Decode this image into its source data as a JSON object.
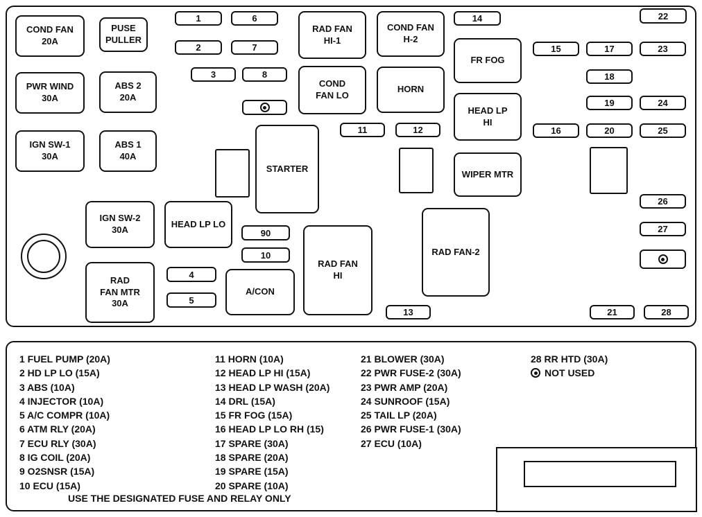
{
  "relays": [
    {
      "label": "COND FAN\n20A"
    },
    {
      "label": "PUSE\nPULLER"
    },
    {
      "label": "RAD FAN\nHI-1"
    },
    {
      "label": "COND FAN\nH-2"
    },
    {
      "label": "FR FOG"
    },
    {
      "label": "PWR WIND\n30A"
    },
    {
      "label": "ABS  2\n20A"
    },
    {
      "label": "COND\nFAN LO"
    },
    {
      "label": "HORN"
    },
    {
      "label": "HEAD  LP\nHI"
    },
    {
      "label": "IGN SW-1\n30A"
    },
    {
      "label": "ABS 1\n40A"
    },
    {
      "label": "STARTER"
    },
    {
      "label": "WIPER MTR"
    },
    {
      "label": "IGN SW-2\n30A"
    },
    {
      "label": "HEAD LP LO"
    },
    {
      "label": "RAD FAN\nHI"
    },
    {
      "label": "RAD  FAN-2"
    },
    {
      "label": "A/CON"
    },
    {
      "label": "RAD\nFAN MTR\n30A"
    }
  ],
  "fuses": [
    "1",
    "6",
    "14",
    "22",
    "2",
    "7",
    "15",
    "17",
    "23",
    "3",
    "8",
    "18",
    "19",
    "24",
    "11",
    "12",
    "16",
    "20",
    "25",
    "26",
    "90",
    "27",
    "10",
    "4",
    "5",
    "13",
    "21",
    "28"
  ],
  "legend": {
    "col1": [
      "1 FUEL PUMP (20A)",
      "2 HD LP LO (15A)",
      "3 ABS (10A)",
      "4 INJECTOR (10A)",
      "5 A/C COMPR (10A)",
      "6 ATM RLY (20A)",
      "7 ECU RLY (30A)",
      "8 IG COIL (20A)",
      "9 O2SNSR (15A)",
      "10 ECU (15A)"
    ],
    "col2": [
      "11 HORN (10A)",
      "12 HEAD LP HI (15A)",
      "13 HEAD LP WASH (20A)",
      "14 DRL (15A)",
      "15 FR FOG (15A)",
      "16 HEAD LP LO RH (15)",
      "17 SPARE (30A)",
      "18 SPARE (20A)",
      "19 SPARE (15A)",
      "20 SPARE (10A)"
    ],
    "col3": [
      "21 BLOWER (30A)",
      "22 PWR FUSE-2 (30A)",
      "23 PWR AMP (20A)",
      "24 SUNROOF (15A)",
      "25 TAIL LP (20A)",
      "26 PWR FUSE-1 (30A)",
      "27 ECU (10A)"
    ],
    "col4": [
      "28 RR HTD (30A)"
    ],
    "not_used_label": "NOT USED",
    "footer": "USE THE DESIGNATED FUSE AND RELAY ONLY"
  },
  "colors": {
    "line": "#111111",
    "background": "#ffffff"
  }
}
